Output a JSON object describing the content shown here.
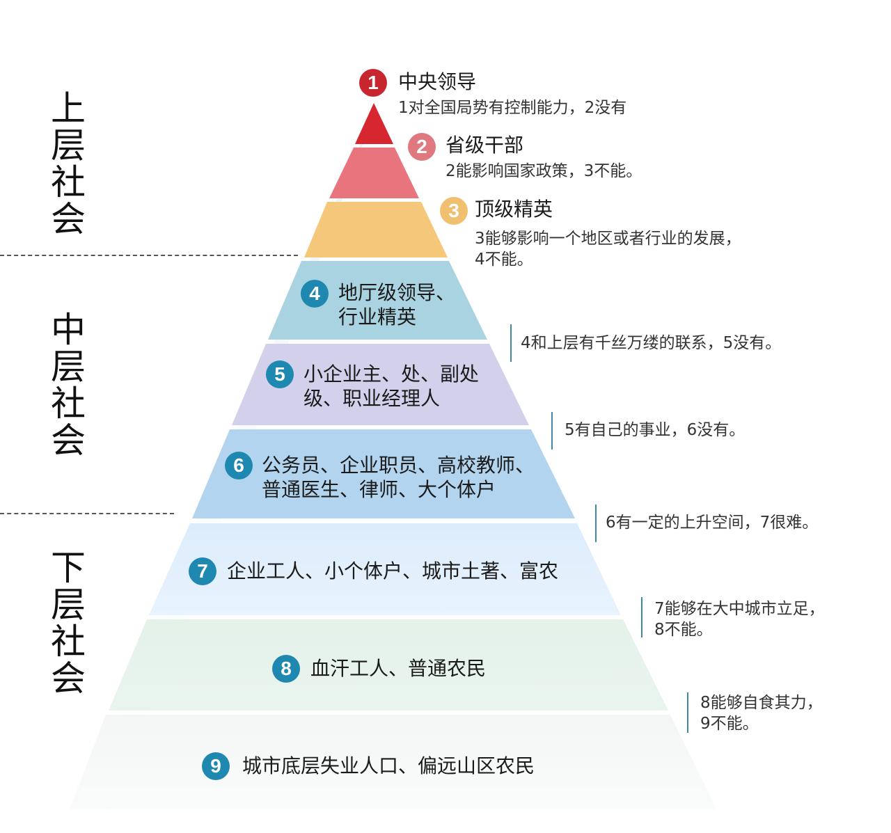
{
  "tiers": [
    {
      "name": "upper",
      "label": [
        "上",
        "层",
        "社",
        "会"
      ],
      "text": "上层社会"
    },
    {
      "name": "middle",
      "label": [
        "中",
        "层",
        "社",
        "会"
      ],
      "text": "中层社会"
    },
    {
      "name": "lower",
      "label": [
        "下",
        "层",
        "社",
        "会"
      ],
      "text": "下层社会"
    }
  ],
  "levels": [
    {
      "num": "1",
      "title": "中央领导",
      "desc": [
        "1对全国局势有控制能力，2没有"
      ],
      "color": "#d62630",
      "badge_color": "#c8262f"
    },
    {
      "num": "2",
      "title": "省级干部",
      "desc": [
        "2能影响国家政策，3不能。"
      ],
      "color": "#e8757e",
      "badge_color": "#e07880"
    },
    {
      "num": "3",
      "title": "顶级精英",
      "desc": [
        "3能够影响一个地区或者行业的发展，",
        "4不能。"
      ],
      "color": "#f4c77a",
      "badge_color": "#f0c070"
    },
    {
      "num": "4",
      "lines": [
        "地厅级领导、",
        "行业精英"
      ],
      "color": "#a9d3e0",
      "badge_color": "#1f88b0"
    },
    {
      "num": "5",
      "lines": [
        "小企业主、处、副处",
        "级、职业经理人"
      ],
      "color": "#d2d0ea",
      "badge_color": "#1f88b0"
    },
    {
      "num": "6",
      "lines": [
        "公务员、企业职员、高校教师、",
        "普通医生、律师、大个体户"
      ],
      "color": "#b3d4ee",
      "badge_color": "#1f88b0"
    },
    {
      "num": "7",
      "lines": [
        "企业工人、小个体户、城市土著、富农"
      ],
      "color": "#e2f0fc",
      "badge_color": "#1f88b0"
    },
    {
      "num": "8",
      "lines": [
        "血汗工人、普通农民"
      ],
      "color": "#e6f3ec",
      "badge_color": "#1f88b0"
    },
    {
      "num": "9",
      "lines": [
        "城市底层失业人口、偏远山区农民"
      ],
      "color": "#f7f8f8",
      "badge_color": "#1f88b0"
    }
  ],
  "comparisons": [
    {
      "lines": [
        "4和上层有千丝万缕的联系，5没有。"
      ]
    },
    {
      "lines": [
        "5有自己的事业，6没有。"
      ]
    },
    {
      "lines": [
        "6有一定的上升空间，7很难。"
      ]
    },
    {
      "lines": [
        "7能够在大中城市立足，",
        "8不能。"
      ]
    },
    {
      "lines": [
        "8能够自食其力，",
        "9不能。"
      ]
    }
  ],
  "colors": {
    "brace": "#3f8aa2",
    "divider": "#555555",
    "badge_blue": "#1f88b0"
  }
}
